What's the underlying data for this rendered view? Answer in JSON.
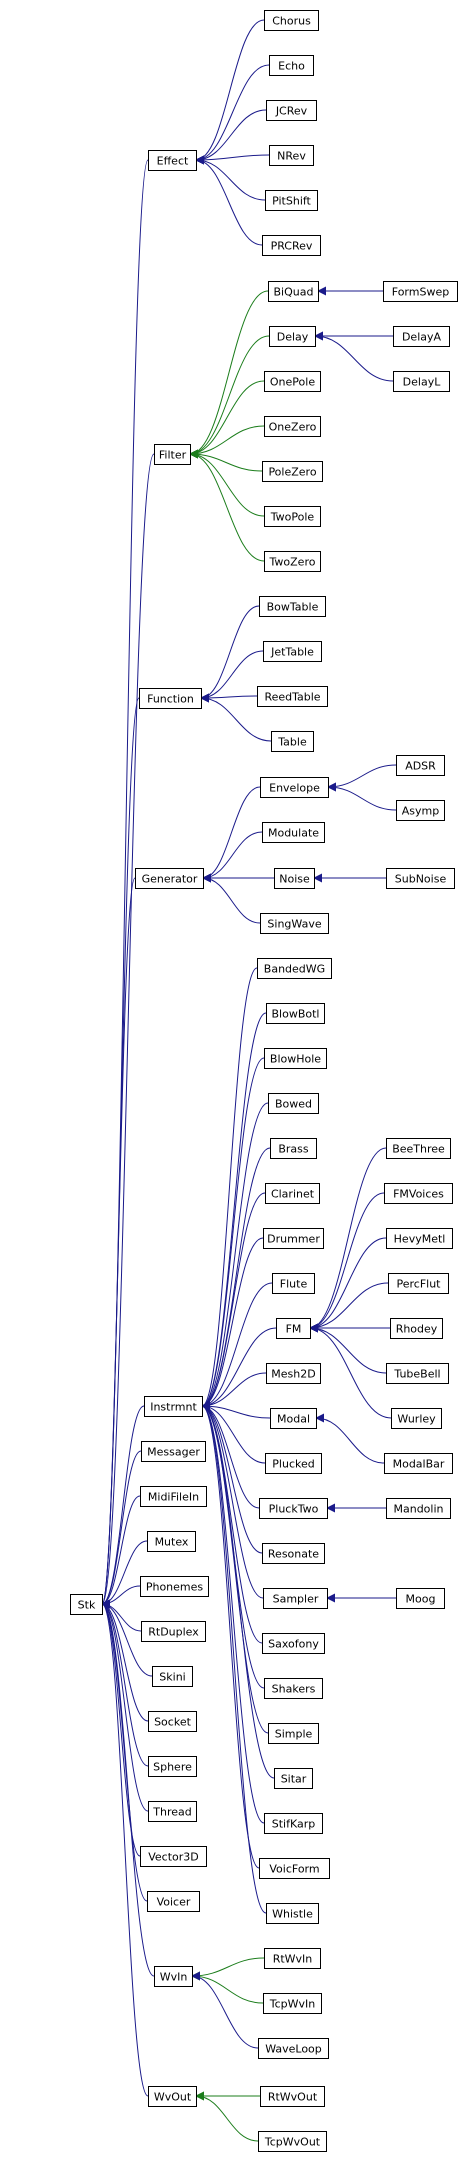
{
  "colors": {
    "inherit": "#1a1a8a",
    "filter": "#1b7d1b"
  },
  "nodes": {
    "Stk": "Stk",
    "Effect": "Effect",
    "Chorus": "Chorus",
    "Echo": "Echo",
    "JCRev": "JCRev",
    "NRev": "NRev",
    "PitShift": "PitShift",
    "PRCRev": "PRCRev",
    "Filter": "Filter",
    "BiQuad": "BiQuad",
    "FormSwep": "FormSwep",
    "Delay": "Delay",
    "DelayA": "DelayA",
    "DelayL": "DelayL",
    "OnePole": "OnePole",
    "OneZero": "OneZero",
    "PoleZero": "PoleZero",
    "TwoPole": "TwoPole",
    "TwoZero": "TwoZero",
    "Function": "Function",
    "BowTable": "BowTable",
    "JetTable": "JetTable",
    "ReedTable": "ReedTable",
    "Table": "Table",
    "Generator": "Generator",
    "Envelope": "Envelope",
    "ADSR": "ADSR",
    "Asymp": "Asymp",
    "Modulate": "Modulate",
    "Noise": "Noise",
    "SubNoise": "SubNoise",
    "SingWave": "SingWave",
    "Instrmnt": "Instrmnt",
    "BandedWG": "BandedWG",
    "BlowBotl": "BlowBotl",
    "BlowHole": "BlowHole",
    "Bowed": "Bowed",
    "Brass": "Brass",
    "Clarinet": "Clarinet",
    "Drummer": "Drummer",
    "Flute": "Flute",
    "FM": "FM",
    "BeeThree": "BeeThree",
    "FMVoices": "FMVoices",
    "HevyMetl": "HevyMetl",
    "PercFlut": "PercFlut",
    "Rhodey": "Rhodey",
    "TubeBell": "TubeBell",
    "Wurley": "Wurley",
    "Mesh2D": "Mesh2D",
    "Modal": "Modal",
    "ModalBar": "ModalBar",
    "Plucked": "Plucked",
    "PluckTwo": "PluckTwo",
    "Mandolin": "Mandolin",
    "Resonate": "Resonate",
    "Sampler": "Sampler",
    "Moog": "Moog",
    "Saxofony": "Saxofony",
    "Shakers": "Shakers",
    "Simple": "Simple",
    "Sitar": "Sitar",
    "StifKarp": "StifKarp",
    "VoicForm": "VoicForm",
    "Whistle": "Whistle",
    "Messager": "Messager",
    "MidiFileIn": "MidiFileIn",
    "Mutex": "Mutex",
    "Phonemes": "Phonemes",
    "RtDuplex": "RtDuplex",
    "Skini": "Skini",
    "Socket": "Socket",
    "Sphere": "Sphere",
    "Thread": "Thread",
    "Vector3D": "Vector3D",
    "Voicer": "Voicer",
    "WvIn": "WvIn",
    "RtWvIn": "RtWvIn",
    "TcpWvIn": "TcpWvIn",
    "WaveLoop": "WaveLoop",
    "WvOut": "WvOut",
    "RtWvOut": "RtWvOut",
    "TcpWvOut": "TcpWvOut"
  },
  "edges": [
    [
      "Effect",
      "Stk",
      "i"
    ],
    [
      "Filter",
      "Stk",
      "i"
    ],
    [
      "Function",
      "Stk",
      "i"
    ],
    [
      "Generator",
      "Stk",
      "i"
    ],
    [
      "Instrmnt",
      "Stk",
      "i"
    ],
    [
      "Messager",
      "Stk",
      "i"
    ],
    [
      "MidiFileIn",
      "Stk",
      "i"
    ],
    [
      "Mutex",
      "Stk",
      "i"
    ],
    [
      "Phonemes",
      "Stk",
      "i"
    ],
    [
      "RtDuplex",
      "Stk",
      "i"
    ],
    [
      "Skini",
      "Stk",
      "i"
    ],
    [
      "Socket",
      "Stk",
      "i"
    ],
    [
      "Sphere",
      "Stk",
      "i"
    ],
    [
      "Thread",
      "Stk",
      "i"
    ],
    [
      "Vector3D",
      "Stk",
      "i"
    ],
    [
      "Voicer",
      "Stk",
      "i"
    ],
    [
      "WvIn",
      "Stk",
      "i"
    ],
    [
      "WvOut",
      "Stk",
      "i"
    ],
    [
      "Chorus",
      "Effect",
      "i"
    ],
    [
      "Echo",
      "Effect",
      "i"
    ],
    [
      "JCRev",
      "Effect",
      "i"
    ],
    [
      "NRev",
      "Effect",
      "i"
    ],
    [
      "PitShift",
      "Effect",
      "i"
    ],
    [
      "PRCRev",
      "Effect",
      "i"
    ],
    [
      "BiQuad",
      "Filter",
      "f"
    ],
    [
      "Delay",
      "Filter",
      "f"
    ],
    [
      "OnePole",
      "Filter",
      "f"
    ],
    [
      "OneZero",
      "Filter",
      "f"
    ],
    [
      "PoleZero",
      "Filter",
      "f"
    ],
    [
      "TwoPole",
      "Filter",
      "f"
    ],
    [
      "TwoZero",
      "Filter",
      "f"
    ],
    [
      "FormSwep",
      "BiQuad",
      "i"
    ],
    [
      "DelayA",
      "Delay",
      "i"
    ],
    [
      "DelayL",
      "Delay",
      "i"
    ],
    [
      "BowTable",
      "Function",
      "i"
    ],
    [
      "JetTable",
      "Function",
      "i"
    ],
    [
      "ReedTable",
      "Function",
      "i"
    ],
    [
      "Table",
      "Function",
      "i"
    ],
    [
      "Envelope",
      "Generator",
      "i"
    ],
    [
      "Modulate",
      "Generator",
      "i"
    ],
    [
      "Noise",
      "Generator",
      "i"
    ],
    [
      "SingWave",
      "Generator",
      "i"
    ],
    [
      "ADSR",
      "Envelope",
      "i"
    ],
    [
      "Asymp",
      "Envelope",
      "i"
    ],
    [
      "SubNoise",
      "Noise",
      "i"
    ],
    [
      "BandedWG",
      "Instrmnt",
      "i"
    ],
    [
      "BlowBotl",
      "Instrmnt",
      "i"
    ],
    [
      "BlowHole",
      "Instrmnt",
      "i"
    ],
    [
      "Bowed",
      "Instrmnt",
      "i"
    ],
    [
      "Brass",
      "Instrmnt",
      "i"
    ],
    [
      "Clarinet",
      "Instrmnt",
      "i"
    ],
    [
      "Drummer",
      "Instrmnt",
      "i"
    ],
    [
      "Flute",
      "Instrmnt",
      "i"
    ],
    [
      "FM",
      "Instrmnt",
      "i"
    ],
    [
      "Mesh2D",
      "Instrmnt",
      "i"
    ],
    [
      "Modal",
      "Instrmnt",
      "i"
    ],
    [
      "Plucked",
      "Instrmnt",
      "i"
    ],
    [
      "PluckTwo",
      "Instrmnt",
      "i"
    ],
    [
      "Resonate",
      "Instrmnt",
      "i"
    ],
    [
      "Sampler",
      "Instrmnt",
      "i"
    ],
    [
      "Saxofony",
      "Instrmnt",
      "i"
    ],
    [
      "Shakers",
      "Instrmnt",
      "i"
    ],
    [
      "Simple",
      "Instrmnt",
      "i"
    ],
    [
      "Sitar",
      "Instrmnt",
      "i"
    ],
    [
      "StifKarp",
      "Instrmnt",
      "i"
    ],
    [
      "VoicForm",
      "Instrmnt",
      "i"
    ],
    [
      "Whistle",
      "Instrmnt",
      "i"
    ],
    [
      "BeeThree",
      "FM",
      "i"
    ],
    [
      "FMVoices",
      "FM",
      "i"
    ],
    [
      "HevyMetl",
      "FM",
      "i"
    ],
    [
      "PercFlut",
      "FM",
      "i"
    ],
    [
      "Rhodey",
      "FM",
      "i"
    ],
    [
      "TubeBell",
      "FM",
      "i"
    ],
    [
      "Wurley",
      "FM",
      "i"
    ],
    [
      "ModalBar",
      "Modal",
      "i"
    ],
    [
      "Mandolin",
      "PluckTwo",
      "i"
    ],
    [
      "Moog",
      "Sampler",
      "i"
    ],
    [
      "RtWvIn",
      "WvIn",
      "f"
    ],
    [
      "TcpWvIn",
      "WvIn",
      "f"
    ],
    [
      "WaveLoop",
      "WvIn",
      "i"
    ],
    [
      "RtWvOut",
      "WvOut",
      "f"
    ],
    [
      "TcpWvOut",
      "WvOut",
      "f"
    ]
  ]
}
